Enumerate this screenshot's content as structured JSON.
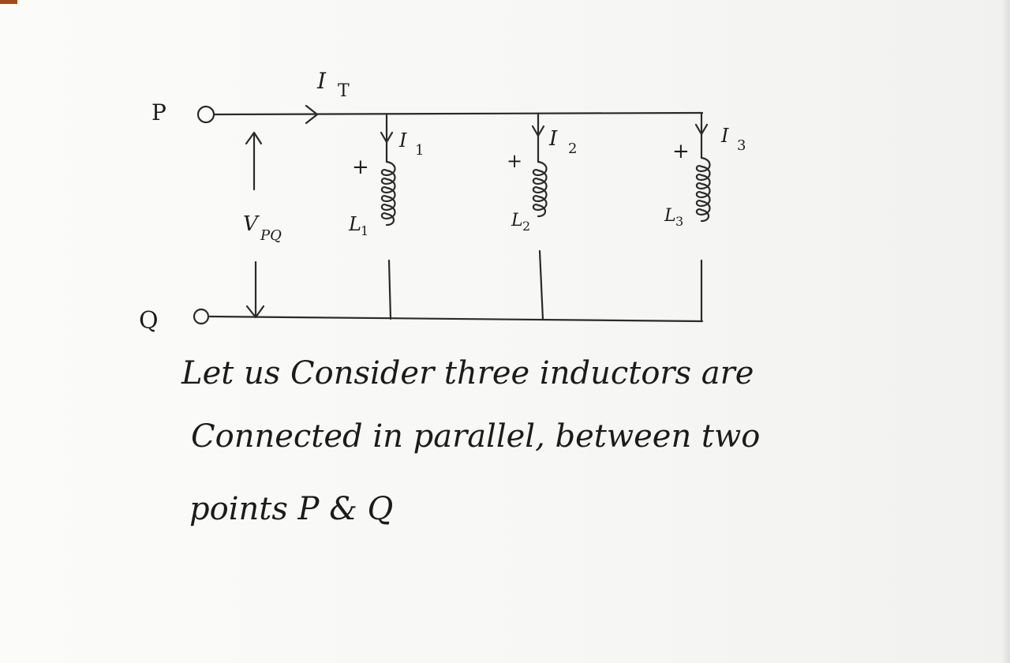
{
  "circuit": {
    "node_p": "P",
    "node_q": "Q",
    "total_current": "I",
    "total_current_sub": "T",
    "voltage": "V",
    "voltage_sub": "PQ",
    "branches": [
      {
        "current": "I",
        "current_sub": "1",
        "polarity": "+",
        "inductor": "L",
        "inductor_sub": "1"
      },
      {
        "current": "I",
        "current_sub": "2",
        "polarity": "+",
        "inductor": "L",
        "inductor_sub": "2"
      },
      {
        "current": "I",
        "current_sub": "3",
        "polarity": "+",
        "inductor": "L",
        "inductor_sub": "3"
      }
    ]
  },
  "note": {
    "lines": [
      "Let us   Consider three   inductors are",
      "Connected   in   parallel,  between  two",
      "points  P & Q"
    ]
  },
  "colors": {
    "ink": "#1c1c1c",
    "paper": "#f8f8f6"
  }
}
